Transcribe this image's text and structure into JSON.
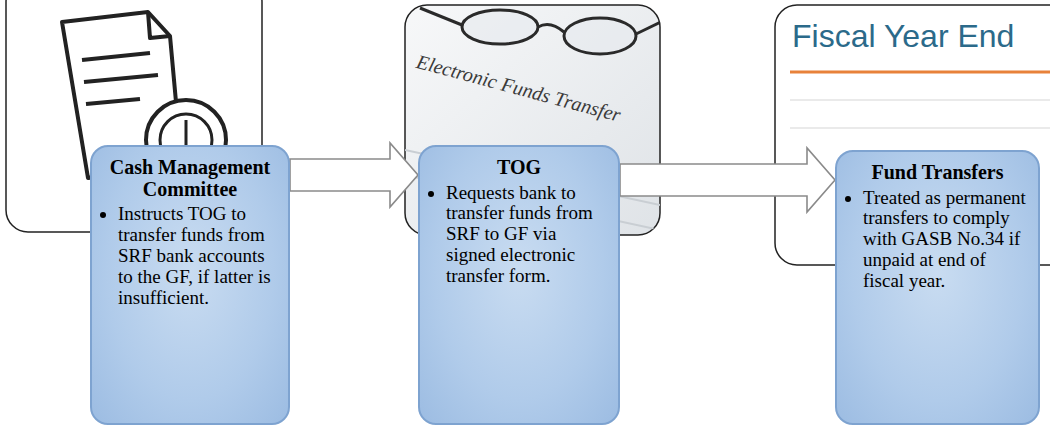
{
  "diagram": {
    "nodes": [
      {
        "text": [
          "Cash Management Committee",
          "Instructs TOG to transfer funds from SRF bank accounts to the GF, if latter is insufficient."
        ]
      },
      {
        "text": [
          "TOG",
          "Requests bank to transfer funds from SRF to GF via signed electronic transfer form."
        ]
      },
      {
        "text": [
          "Fund Transfers",
          "Treated as permanent transfers to comply with GASB No.34 if unpaid at end of fiscal year."
        ]
      }
    ],
    "edges": [
      {
        "from": 0,
        "to": 1,
        "arrow": "to"
      },
      {
        "from": 1,
        "to": 2,
        "arrow": "to"
      }
    ],
    "labels": [
      "Electronic Funds Transfer",
      "Fiscal Year End"
    ]
  }
}
